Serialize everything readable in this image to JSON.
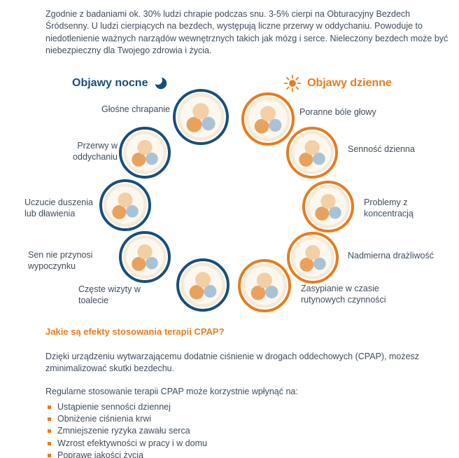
{
  "intro": {
    "text": "Zgodnie z badaniami ok. 30% ludzi chrapie podczas snu. 3-5% cierpi na Obturacyjny Bezdech Śródsenny. U ludzi cierpiących na bezdech, występują liczne przerwy w oddychaniu. Powoduje to niedotlenienie ważnych narządów wewnętrznych takich jak mózg i serce. Nieleczony bezdech może być niebezpieczny dla Twojego zdrowia i życia."
  },
  "diagram": {
    "night": {
      "title": "Objawy nocne",
      "icon": "moon-icon",
      "items": [
        "Głośne chrapanie",
        "Przerwy w oddychaniu",
        "Uczucie duszenia lub dławienia",
        "Sen nie przynosi wypoczynku",
        "Częste wizyty w toalecie"
      ]
    },
    "day": {
      "title": "Objawy dzienne",
      "icon": "sun-icon",
      "items": [
        "Poranne bóle głowy",
        "Senność dzienna",
        "Problemy z koncentracją",
        "Nadmierna drażliwość",
        "Zasypianie w czasie rutynowych czynności"
      ]
    }
  },
  "cpap": {
    "heading": "Jakie są efekty stosowania terapii CPAP?",
    "intro": "Dzięki urządzeniu wytwarzającemu dodatnie ciśnienie w drogach oddechowych (CPAP), możesz zminimalizować skutki bezdechu.",
    "list_intro": "Regularne stosowanie terapii CPAP może korzystnie wpłynąć na:",
    "benefits": [
      "Ustąpienie senności dziennej",
      "Obniżenie ciśnienia krwi",
      "Zmniejszenie ryzyka zawału serca",
      "Wzrost efektywności w pracy i w domu",
      "Poprawę jakości życia"
    ]
  },
  "colors": {
    "navy": "#174f7c",
    "orange": "#e87c1e",
    "text": "#3f4d5c"
  }
}
